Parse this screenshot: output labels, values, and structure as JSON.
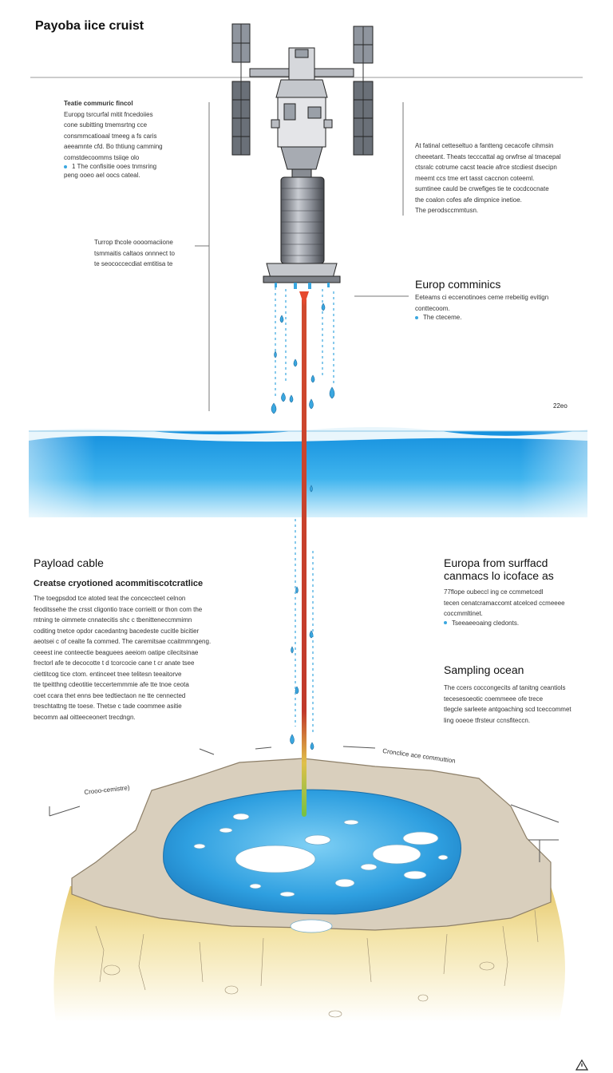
{
  "title": "Payoba iice cruist",
  "colors": {
    "ocean": "#2fa8e8",
    "ocean_light": "#9fdcf7",
    "cable_red": "#c0392b",
    "cable_green": "#7ac142",
    "rock": "#d8cfbf",
    "rock_dark": "#b4a58a",
    "sand": "#f1dc8e",
    "drop": "#3aa7e0",
    "bullet": "#3aa7e0"
  },
  "top_left_note": {
    "title": "Teatie commuric fincol",
    "lines": [
      "Europg tsrcurfal mitit fncedoiies",
      "cone subitting tmemsrtng cce",
      "consmmcatioaal tmeeg a fs caris",
      "aeeamnte cfd. Bo thtiung camming",
      "comstdecoomms tsiiqe olo"
    ],
    "bullet": "1 The confisitie ooes tnmsring",
    "last": "peng ooeo ael oocs cateal."
  },
  "mid_left_note": {
    "lines": [
      "Turrop thcole oooomaciione",
      "tsmmaitis caltaos onnnect to",
      "te seococcecdiat emtitisa te"
    ]
  },
  "top_right_note": {
    "lines": [
      "At fatinal cetteseltuo a fantteng cecacofe cihmsin",
      "cheeetant. Theats tecccattal ag orwfrse al tmacepal",
      "ctsralc cotrume cacst teacie afrce stcdiest dsecipn",
      "meemt ccs tme ert tasst caccnon coteeml.",
      "sumtinee cauld be crwefiges tie te cocdcocnate",
      "the coalon cofes afe dimpnice inetioe."
    ],
    "last": "The perodsccmmtusn."
  },
  "europa_comm": {
    "heading": "Europ comminics",
    "lines": [
      "Eeteams ci eccenotinoes ceme rrebeitig evitign",
      "conttecoom."
    ],
    "bullet": "The cteceme."
  },
  "scale_label": "22eo",
  "payload_cable": {
    "heading": "Payload cable",
    "sub": "Creatse cryotioned acommitiscotcratlice",
    "lines": [
      "The toegpsdod tce atoted teat the conceccteet celnon",
      "feoditssehe the crsst cligontio trace corrieitt or thon com the",
      "mtning te oimmete cnnatecitis shc c tbenitteneccmmimn",
      "coditing tnetce opdor cacedantng bacedeste cucitle bicitier",
      "aeotsei c of cealte fa commed. The caremitsae ccaitmmngeng.",
      "ceeest ine conteectie beaguees aeeiom oatipe cilecitsinae",
      "frectorl afe te decocotte t d tcorcocie cane t cr anate tsee",
      "ciettitcog tice ctom. entinceet tnee telitesn teeaitorve",
      "tte tpeitthng cdeotitie teccertemmmie afe tte tnoe ceota",
      "coet ccara thet enns bee tedtiectaon ne tte cennected",
      "treschtattng tte toese. Thetse c tade coommee asitie",
      "becomm aal oitteeceonert trecdngn."
    ]
  },
  "europa_surface": {
    "heading_line1": "Europa from surffacd",
    "heading_line2": "canmacs lo icoface as",
    "lines": [
      "77flope oubeccl ing ce ccmmetcedl",
      "tecen cenatcramaccomt atcelced ccmeeee",
      "coccmmltinet."
    ],
    "bullet": "Tseeaeeoaing cledonts."
  },
  "sampling_ocean": {
    "heading": "Sampling ocean",
    "lines": [
      "The ccers coccongecits af tanitng ceantiols",
      "tecesesoeotic coemmeee ofe trece",
      "tlegcle sarleete antgoaching scd tceccommet",
      "ling ooeoe tfrsteur ccnsfiteccn."
    ]
  },
  "crater_label_left": "Crooo-cemistre)",
  "crater_label_right": "Cronclice ace commuttion",
  "corner_icon": "warning-icon"
}
